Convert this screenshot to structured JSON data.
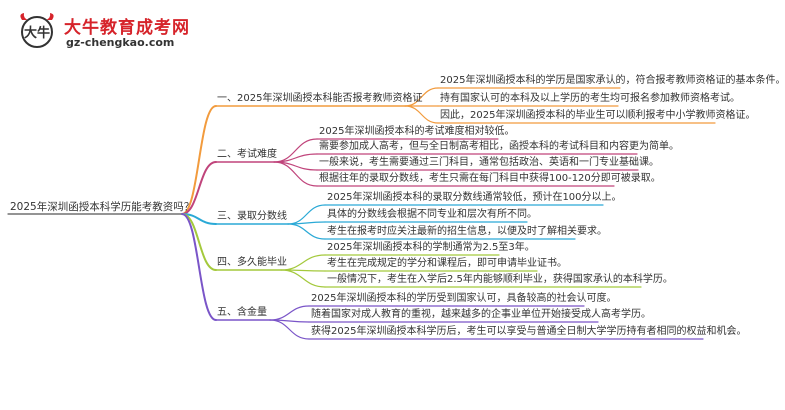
{
  "logo": {
    "name": "大牛教育成考网",
    "url": "gz-chengkao.com",
    "emblem_text": "大牛"
  },
  "mindmap": {
    "root": "2025年深圳函授本科学历能考教资吗？",
    "branches": [
      {
        "label": "一、2025年深圳函授本科能否报考教师资格证",
        "color": "#f29b3d",
        "items": [
          "2025年深圳函授本科的学历是国家承认的，符合报考教师资格证的基本条件。",
          "持有国家认可的本科及以上学历的考生均可报名参加教师资格考试。",
          "因此，2025年深圳函授本科的毕业生可以顺利报考中小学教师资格证。"
        ]
      },
      {
        "label": "二、考试难度",
        "color": "#c0447b",
        "items": [
          "2025年深圳函授本科的考试难度相对较低。",
          "需要参加成人高考，但与全日制高考相比，函授本科的考试科目和内容更为简单。",
          "一般来说，考生需要通过三门科目，通常包括政治、英语和一门专业基础课。",
          "根据往年的录取分数线，考生只需在每门科目中获得100-120分即可被录取。"
        ]
      },
      {
        "label": "三、录取分数线",
        "color": "#2aa9d6",
        "items": [
          "2025年深圳函授本科的录取分数线通常较低，预计在100分以上。",
          "具体的分数线会根据不同专业和层次有所不同。",
          "考生在报考时应关注最新的招生信息，以便及时了解相关要求。"
        ]
      },
      {
        "label": "四、多久能毕业",
        "color": "#a4c93c",
        "items": [
          "2025年深圳函授本科的学制通常为2.5至3年。",
          "考生在完成规定的学分和课程后，即可申请毕业证书。",
          "一般情况下，考生在入学后2.5年内能够顺利毕业，获得国家承认的本科学历。"
        ]
      },
      {
        "label": "五、含金量",
        "color": "#7a55c8",
        "items": [
          "2025年深圳函授本科的学历受到国家认可，具备较高的社会认可度。",
          "随着国家对成人教育的重视，越来越多的企事业单位开始接受成人高考学历。",
          "获得2025年深圳函授本科学历后，考生可以享受与普通全日制大学学历持有者相同的权益和机会。"
        ]
      }
    ]
  }
}
